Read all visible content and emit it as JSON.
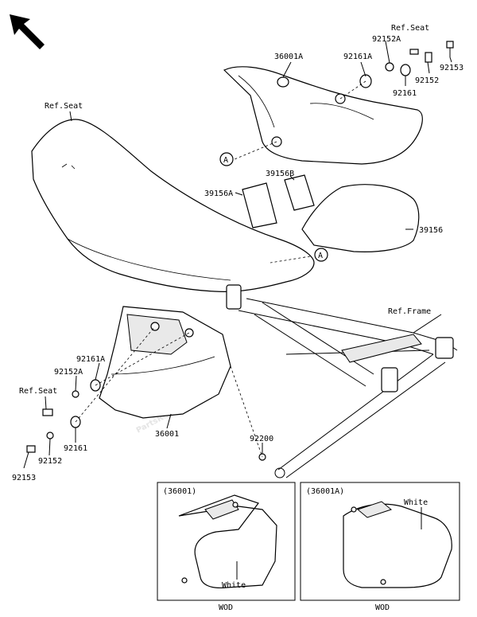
{
  "callouts": {
    "ref_seat_top": "Ref.Seat",
    "p92152A_top": "92152A",
    "p92153_top": "92153",
    "p36001A": "36001A",
    "p92161A_top": "92161A",
    "p92152_top": "92152",
    "p92161_top": "92161",
    "ref_seat_left": "Ref.Seat",
    "p39156B": "39156B",
    "p39156A": "39156A",
    "p39156": "39156",
    "ref_frame": "Ref.Frame",
    "p92161A_left": "92161A",
    "p92152A_left": "92152A",
    "ref_seat_bottom": "Ref.Seat",
    "p36001": "36001",
    "p92161_left": "92161",
    "p92152_left": "92152",
    "p92153_left": "92153",
    "p92200": "92200",
    "marker_a": "A"
  },
  "insets": {
    "left": {
      "title": "(36001)",
      "color_label": "White",
      "footer": "WOD"
    },
    "right": {
      "title": "(36001A)",
      "color_label": "White",
      "footer": "WOD"
    }
  },
  "watermark": "PartsRepublik",
  "icons": {
    "direction": "arrow-up-left-icon",
    "watermark_logo": "gear-icon"
  }
}
